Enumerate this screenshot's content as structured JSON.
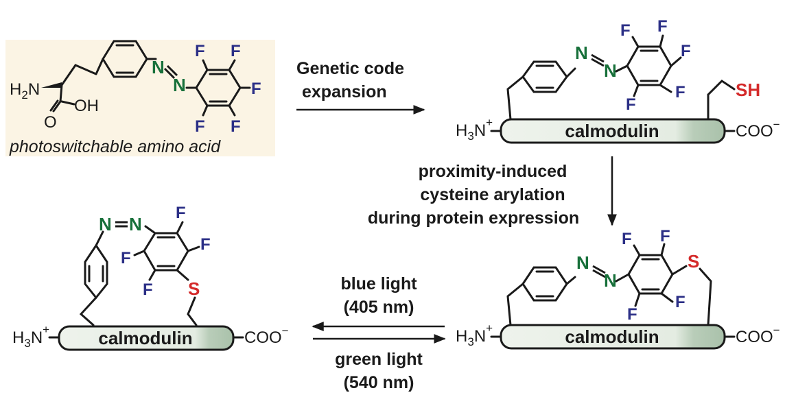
{
  "amino_acid_box": {
    "caption": "photoswitchable amino acid",
    "h2n": "H",
    "h2n_sub": "2",
    "h2n_n": "N",
    "oh": "OH",
    "o": "O",
    "n1": "N",
    "n2": "N",
    "f_labels": [
      "F",
      "F",
      "F",
      "F",
      "F"
    ]
  },
  "step1": {
    "line1": "Genetic code",
    "line2": "expansion"
  },
  "step2": {
    "line1": "proximity-induced",
    "line2": "cysteine arylation",
    "line3": "during protein expression"
  },
  "light": {
    "blue_line1": "blue light",
    "blue_line2": "(405 nm)",
    "green_line1": "green light",
    "green_line2": "(540 nm)"
  },
  "protein": {
    "name": "calmodulin",
    "n_terminus": "H",
    "n_sub": "3",
    "n_atom": "N",
    "n_charge": "+",
    "c_terminus": "COO",
    "c_charge": "−",
    "sh": "SH",
    "s": "S",
    "n": "N",
    "f": "F"
  },
  "colors": {
    "fluorine": "#2b2f86",
    "nitrogen": "#17703a",
    "sulfur": "#d42a2a",
    "box_bg": "#fbf4e4",
    "protein_fill": "#dfe8de",
    "protein_end": "#b6c9b7"
  }
}
